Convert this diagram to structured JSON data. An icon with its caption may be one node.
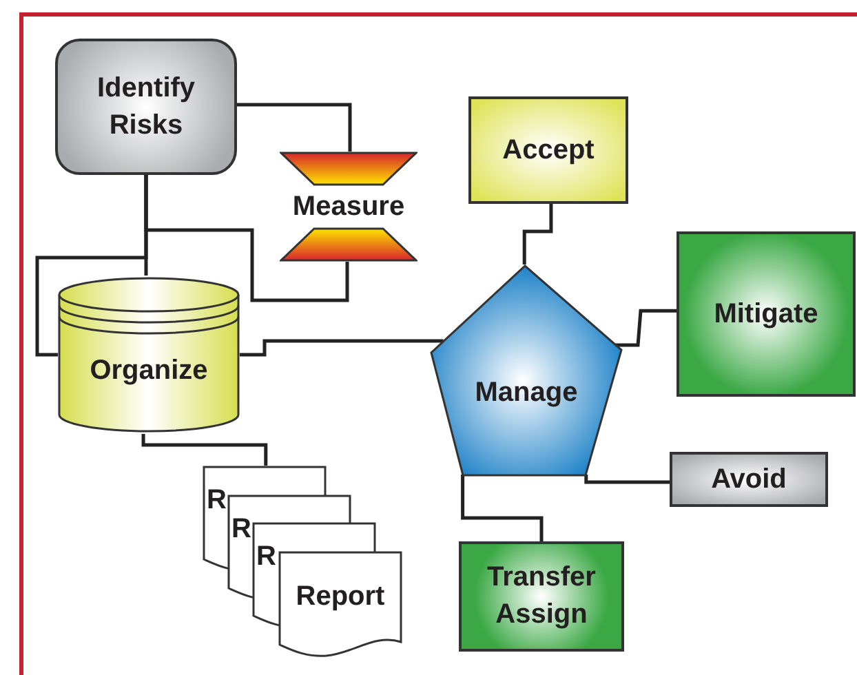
{
  "diagram": {
    "nodes": [
      {
        "text": [
          "Identify Risks"
        ]
      },
      {
        "text": [
          "Measure"
        ]
      },
      {
        "text": [
          "Organize"
        ]
      },
      {
        "text": [
          "Accept"
        ]
      },
      {
        "text": [
          "Manage"
        ]
      },
      {
        "text": [
          "Mitigate"
        ]
      },
      {
        "text": [
          "Avoid"
        ]
      },
      {
        "text": [
          "Transfer Assign"
        ]
      },
      {
        "text": [
          "R"
        ]
      },
      {
        "text": [
          "R"
        ]
      },
      {
        "text": [
          "R"
        ]
      },
      {
        "text": [
          "Report"
        ]
      }
    ],
    "edges": [
      {
        "from": 0,
        "to": 1,
        "arrow": "none"
      },
      {
        "from": 0,
        "to": 2,
        "arrow": "none"
      },
      {
        "from": 0,
        "to": 1,
        "arrow": "none"
      },
      {
        "from": 0,
        "to": 2,
        "arrow": "none"
      },
      {
        "from": 2,
        "to": 4,
        "arrow": "none"
      },
      {
        "from": 3,
        "to": 4,
        "arrow": "none"
      },
      {
        "from": 4,
        "to": 5,
        "arrow": "none"
      },
      {
        "from": 4,
        "to": 6,
        "arrow": "none"
      },
      {
        "from": 4,
        "to": 7,
        "arrow": "none"
      },
      {
        "from": 2,
        "to": 8,
        "arrow": "none"
      }
    ]
  }
}
